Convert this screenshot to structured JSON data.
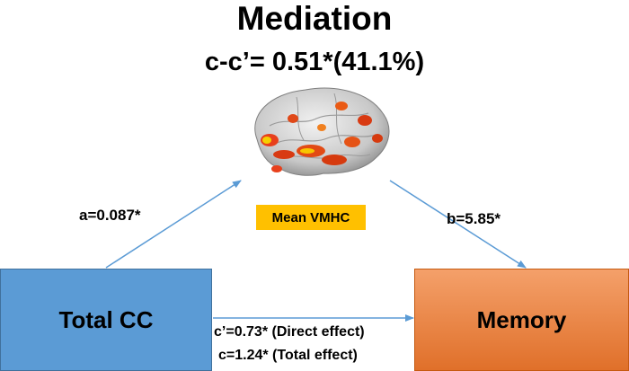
{
  "title": "Mediation",
  "subtitle": "c-c’= 0.51*(41.1%)",
  "nodes": {
    "predictor": "Total CC",
    "outcome": "Memory",
    "mediator": "Mean VMHC"
  },
  "paths": {
    "a": "a=0.087*",
    "b": "b=5.85*",
    "direct": "c’=0.73* (Direct effect)",
    "total": "c=1.24* (Total effect)"
  },
  "colors": {
    "predictor_box": "#5b9bd5",
    "outcome_box": "#ed7d31",
    "mediator_label": "#ffc000",
    "arrows": "#5b9bd5"
  }
}
